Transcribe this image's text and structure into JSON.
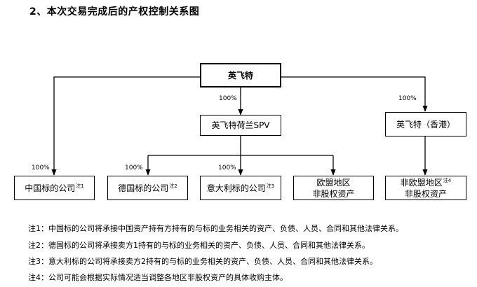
{
  "heading": "2、本次交易完成后的产权控制关系图",
  "entities": {
    "parent": "英飞特",
    "spv": "英飞特荷兰SPV",
    "hk": "英飞特（香港）",
    "china": {
      "label": "中国标的公司",
      "note": "注1"
    },
    "germany": {
      "label": "德国标的公司",
      "note": "注2"
    },
    "italy": {
      "label": "意大利标的公司",
      "note": "注3"
    },
    "eu_non_equity": {
      "line1": "欧盟地区",
      "line2": "非股权资产"
    },
    "non_eu_non_equity": {
      "line1": "非欧盟地区",
      "note": "注4",
      "line2": "非股权资产"
    }
  },
  "percentages": {
    "parent_to_spv": "100%",
    "parent_to_hk": "100%",
    "parent_to_china": "100%",
    "spv_to_germany": "100%",
    "spv_to_italy": "100%"
  },
  "notes": [
    "注1：中国标的公司将承接中国资产持有方持有的与标的业务相关的资产、负债、人员、合同和其他法律关系。",
    "注2：德国标的公司将承接卖方1持有的与标的业务相关的资产、负债、人员、合同和其他法律关系。",
    "注3：意大利标的公司将承接卖方2持有的与标的业务相关的资产、负债、人员、合同和其他法律关系。",
    "注4：公司可能会根据实际情况适当调整各地区非股权资产的具体收购主体。"
  ]
}
